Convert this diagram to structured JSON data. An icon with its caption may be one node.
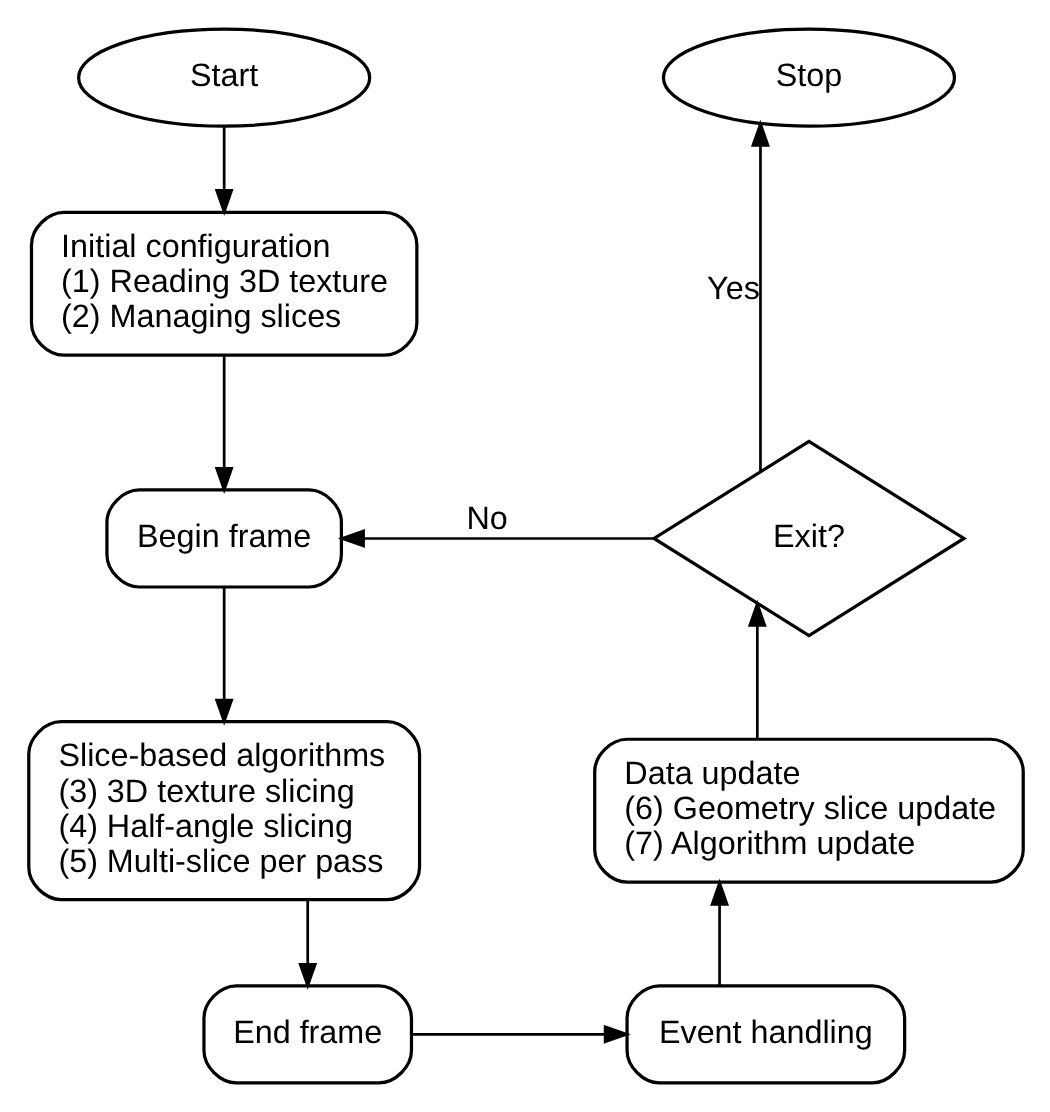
{
  "diagram": {
    "nodes": [
      {
        "text": [
          "Start"
        ]
      },
      {
        "text": [
          "Initial configuration",
          "(1) Reading 3D texture",
          "(2) Managing slices"
        ]
      },
      {
        "text": [
          "Begin frame"
        ]
      },
      {
        "text": [
          "Slice-based algorithms",
          "(3) 3D texture slicing",
          "(4) Half-angle slicing",
          "(5) Multi-slice per pass"
        ]
      },
      {
        "text": [
          "End frame"
        ]
      },
      {
        "text": [
          "Event handling"
        ]
      },
      {
        "text": [
          "Data update",
          "(6) Geometry slice update",
          "(7) Algorithm update"
        ]
      },
      {
        "text": [
          "Exit?"
        ]
      },
      {
        "text": [
          "Stop"
        ]
      }
    ],
    "edges": [
      {
        "from": 0,
        "to": 1,
        "arrow": "to"
      },
      {
        "from": 1,
        "to": 2,
        "arrow": "to"
      },
      {
        "from": 7,
        "to": 2,
        "arrow": "to",
        "label": "No"
      },
      {
        "from": 2,
        "to": 3,
        "arrow": "to"
      },
      {
        "from": 3,
        "to": 4,
        "arrow": "to"
      },
      {
        "from": 4,
        "to": 5,
        "arrow": "to"
      },
      {
        "from": 5,
        "to": 6,
        "arrow": "to"
      },
      {
        "from": 6,
        "to": 7,
        "arrow": "to"
      },
      {
        "from": 7,
        "to": 8,
        "arrow": "to",
        "label": "Yes"
      }
    ]
  }
}
